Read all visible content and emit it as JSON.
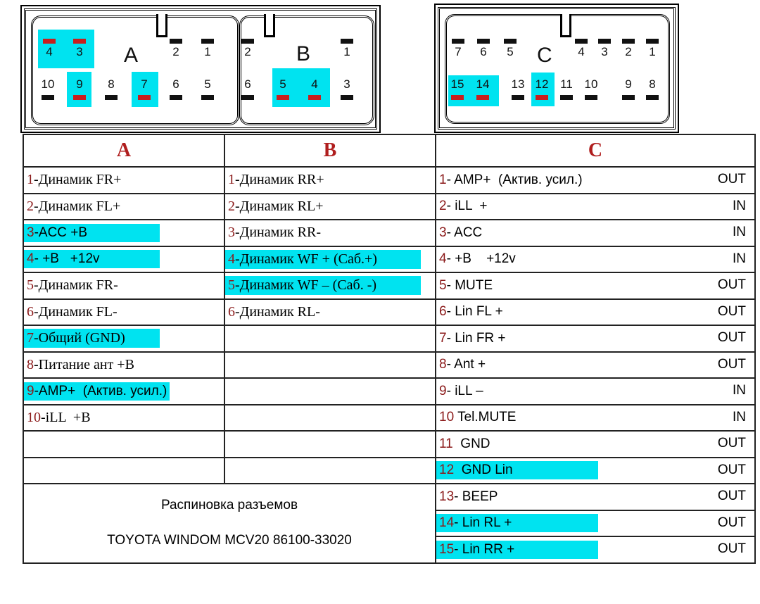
{
  "connectors": {
    "A": {
      "letter": "A",
      "pins": [
        {
          "n": "4",
          "hl": true
        },
        {
          "n": "3",
          "hl": true
        },
        {
          "n": "2",
          "hl": false
        },
        {
          "n": "1",
          "hl": false
        },
        {
          "n": "10",
          "hl": false
        },
        {
          "n": "9",
          "hl": true
        },
        {
          "n": "8",
          "hl": false
        },
        {
          "n": "7",
          "hl": true
        },
        {
          "n": "6",
          "hl": false
        },
        {
          "n": "5",
          "hl": false
        }
      ]
    },
    "B": {
      "letter": "B",
      "pins": [
        {
          "n": "2",
          "hl": false
        },
        {
          "n": "1",
          "hl": false
        },
        {
          "n": "6",
          "hl": false
        },
        {
          "n": "5",
          "hl": true
        },
        {
          "n": "4",
          "hl": true
        },
        {
          "n": "3",
          "hl": false
        }
      ]
    },
    "C": {
      "letter": "C",
      "pins": [
        {
          "n": "7",
          "hl": false
        },
        {
          "n": "6",
          "hl": false
        },
        {
          "n": "5",
          "hl": false
        },
        {
          "n": "4",
          "hl": false
        },
        {
          "n": "3",
          "hl": false
        },
        {
          "n": "2",
          "hl": false
        },
        {
          "n": "1",
          "hl": false
        },
        {
          "n": "15",
          "hl": true
        },
        {
          "n": "14",
          "hl": true
        },
        {
          "n": "13",
          "hl": false
        },
        {
          "n": "12",
          "hl": true
        },
        {
          "n": "11",
          "hl": false
        },
        {
          "n": "10",
          "hl": false
        },
        {
          "n": "9",
          "hl": false
        },
        {
          "n": "8",
          "hl": false
        }
      ]
    }
  },
  "table": {
    "headers": [
      "A",
      "B",
      "C"
    ],
    "A": [
      {
        "num": "1",
        "sep": "-",
        "label": "Динамик FR+",
        "hl": false
      },
      {
        "num": "2",
        "sep": "-",
        "label": "Динамик FL+",
        "hl": false
      },
      {
        "num": "3",
        "sep": "-",
        "label": "ACC +B",
        "hl": true
      },
      {
        "num": "4",
        "sep": "- ",
        "label": "+B   +12v",
        "hl": true
      },
      {
        "num": "5",
        "sep": "-",
        "label": "Динамик FR-",
        "hl": false
      },
      {
        "num": "6",
        "sep": "-",
        "label": "Динамик FL-",
        "hl": false
      },
      {
        "num": "7",
        "sep": "-",
        "label": "Общий (GND)",
        "hl": true
      },
      {
        "num": "8",
        "sep": "-",
        "label": "Питание ант +B",
        "hl": false
      },
      {
        "num": "9",
        "sep": "-",
        "label": "AMP+  (Актив. усил.)",
        "hl": true
      },
      {
        "num": "10",
        "sep": "-",
        "label": "iLL  +B",
        "hl": false
      }
    ],
    "B": [
      {
        "num": "1",
        "sep": "-",
        "label": "Динамик RR+",
        "hl": false
      },
      {
        "num": "2",
        "sep": "-",
        "label": "Динамик RL+",
        "hl": false
      },
      {
        "num": "3",
        "sep": "-",
        "label": "Динамик RR-",
        "hl": false
      },
      {
        "num": "4",
        "sep": "-",
        "label": "Динамик WF + (Саб.+)",
        "hl": true
      },
      {
        "num": "5",
        "sep": "-",
        "label": "Динамик WF – (Саб. -)",
        "hl": true
      },
      {
        "num": "6",
        "sep": "-",
        "label": "Динамик RL-",
        "hl": false
      }
    ],
    "C": [
      {
        "num": "1",
        "sep": "- ",
        "label": "AMP+  (Актив. усил.)",
        "dir": "OUT",
        "hl": false
      },
      {
        "num": "2",
        "sep": "- ",
        "label": "iLL  +",
        "dir": "IN",
        "hl": false
      },
      {
        "num": "3",
        "sep": "- ",
        "label": "ACC",
        "dir": "IN",
        "hl": false
      },
      {
        "num": "4",
        "sep": "- ",
        "label": "+B    +12v",
        "dir": "IN",
        "hl": false
      },
      {
        "num": "5",
        "sep": "- ",
        "label": "MUTE",
        "dir": "OUT",
        "hl": false
      },
      {
        "num": "6",
        "sep": "- ",
        "label": "Lin FL +",
        "dir": "OUT",
        "hl": false
      },
      {
        "num": "7",
        "sep": "- ",
        "label": "Lin FR +",
        "dir": "OUT",
        "hl": false
      },
      {
        "num": "8",
        "sep": "- ",
        "label": "Ant +",
        "dir": "OUT",
        "hl": false
      },
      {
        "num": "9",
        "sep": "- ",
        "label": "iLL –",
        "dir": "IN",
        "hl": false
      },
      {
        "num": "10",
        "sep": " ",
        "label": "Tel.MUTE",
        "dir": "IN",
        "hl": false
      },
      {
        "num": "11",
        "sep": "  ",
        "label": "GND",
        "dir": "OUT",
        "hl": false
      },
      {
        "num": "12",
        "sep": "  ",
        "label": "GND Lin",
        "dir": "OUT",
        "hl": true
      },
      {
        "num": "13",
        "sep": "- ",
        "label": "BEEP",
        "dir": "OUT",
        "hl": false
      },
      {
        "num": "14",
        "sep": "- ",
        "label": "Lin RL +",
        "dir": "OUT",
        "hl": true
      },
      {
        "num": "15",
        "sep": "- ",
        "label": "Lin RR +",
        "dir": "OUT",
        "hl": true
      }
    ],
    "footer": {
      "line1": "Распиновка разъемов",
      "line2": "TOYOTA WINDOM MCV20 86100-33020"
    }
  }
}
